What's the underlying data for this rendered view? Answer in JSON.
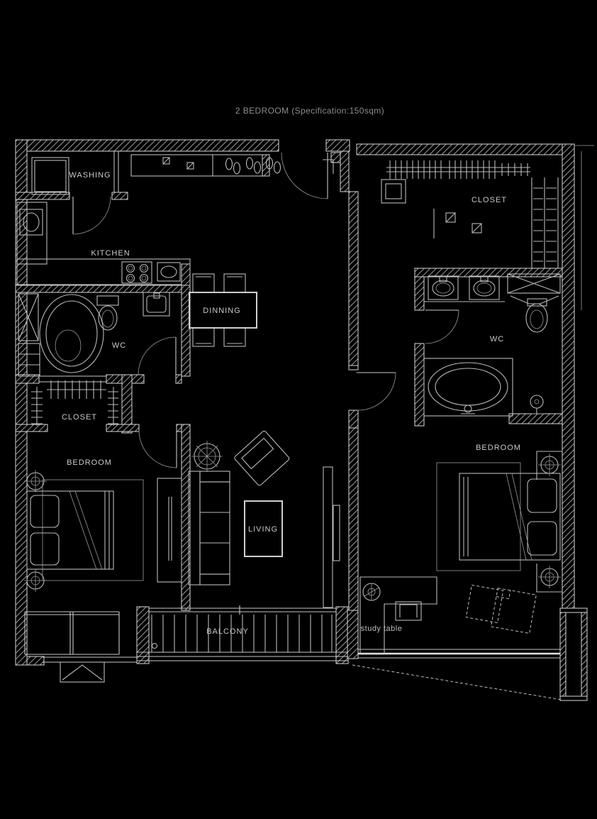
{
  "title": "2 BEDROOM (Specification:150sqm)",
  "labels": {
    "washing": "WASHING",
    "kitchen": "KITCHEN",
    "dining": "DINNING",
    "wc_left": "WC",
    "closet_left": "CLOSET",
    "bedroom_left": "BEDROOM",
    "living": "LIVING",
    "balcony": "BALCONY",
    "closet_right": "CLOSET",
    "wc_right": "WC",
    "bedroom_right": "BEDROOM",
    "study": "study table"
  },
  "colors": {
    "background": "#000000",
    "wall_line": "#d9d9d9",
    "furniture_line": "#b9b9b9",
    "label_text": "#c9c9c9",
    "title_text": "#8e8e8e"
  }
}
